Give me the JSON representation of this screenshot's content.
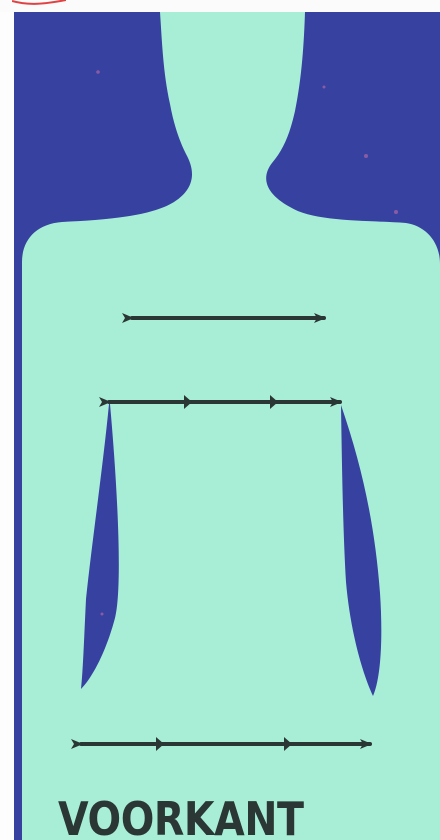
{
  "diagram": {
    "view": "front",
    "label": "VOORKANT",
    "colors": {
      "background": "#3641a0",
      "silhouette": "#a8eed7",
      "arrows": "#2a3734",
      "scan_mark": "#e04244"
    },
    "measurement_arrows": [
      {
        "id": "chest",
        "tick_marks": 0
      },
      {
        "id": "waist",
        "tick_marks": 2
      },
      {
        "id": "hip",
        "tick_marks": 2
      }
    ]
  }
}
